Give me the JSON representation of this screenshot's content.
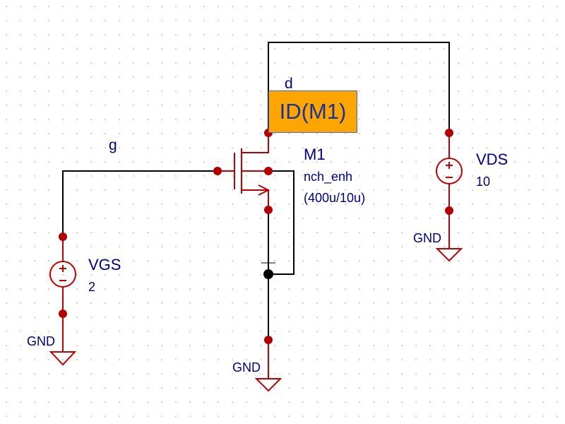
{
  "colors": {
    "wire": "#000000",
    "part": "#c00000",
    "pin": "#b00000",
    "text": "#000080",
    "probe_bg": "#ffa500",
    "probe_border": "#4a66b8",
    "probe_text": "#1a3399"
  },
  "nets": {
    "drain": "d",
    "gate": "g"
  },
  "transistor": {
    "ref": "M1",
    "model": "nch_enh",
    "size": "(400u/10u)"
  },
  "vgs": {
    "ref": "VGS",
    "value": "2"
  },
  "vds": {
    "ref": "VDS",
    "value": "10"
  },
  "ground_label": "GND",
  "probe": {
    "label": "ID(M1)"
  }
}
